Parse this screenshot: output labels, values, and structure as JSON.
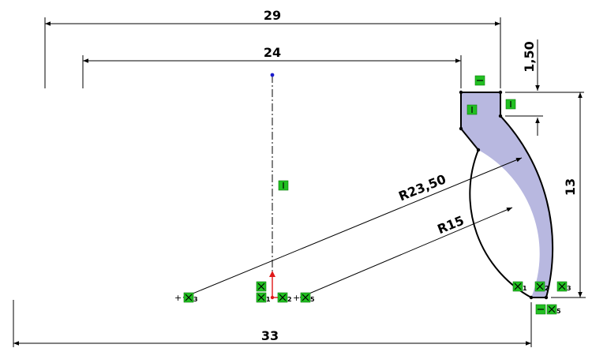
{
  "colors": {
    "profile_fill": "#b8b8e0",
    "relation_green": "#22c022",
    "origin_red": "#e01818",
    "point_blue": "#1a1acc"
  },
  "dimensions": {
    "d29": "29",
    "d24": "24",
    "d1_50": "1,50",
    "d13": "13",
    "r23_50": "R23,50",
    "r15": "R15",
    "d33": "33"
  },
  "relations": {
    "sub_1": "1",
    "sub_2": "2",
    "sub_3": "3",
    "sub_5": "5"
  },
  "icons": {
    "vertical": "vertical-relation-icon",
    "horizontal": "horizontal-relation-icon",
    "coincident": "coincident-relation-icon",
    "origin": "origin-icon",
    "center_point": "arc-center-point-icon"
  }
}
